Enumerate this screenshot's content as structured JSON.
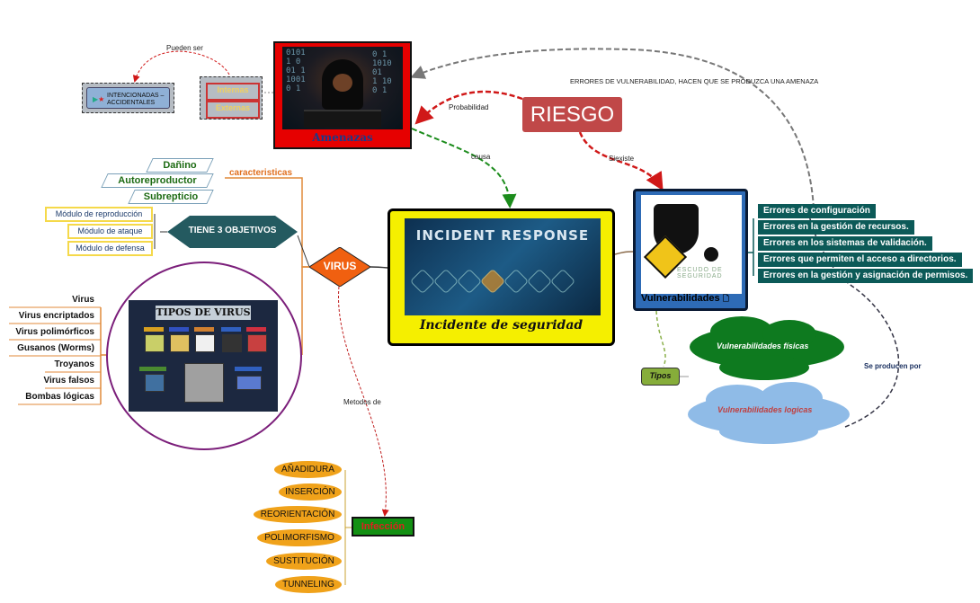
{
  "amenazas": {
    "title": "Amenazas"
  },
  "origen": {
    "label": "Pueden ser",
    "intencionadas": "INTENCIONADAS – ACCIDENTALES",
    "internas": "Internas",
    "externas": "Externas"
  },
  "riesgo": {
    "title": "RIESGO",
    "probabilidad": "Probabilidad",
    "causa": "causa",
    "siexiste": "Siexiste"
  },
  "errores_label": "ERRORES DE VULNERABILIDAD, HACEN QUE SE PRODUZCA UNA AMENAZA",
  "incidente": {
    "banner": "INCIDENT RESPONSE",
    "title": "Incidente de seguridad"
  },
  "vulnerabilidades": {
    "title": "Vulnerabilidades",
    "logo_text": "ESCUDO DE SEGURIDAD",
    "errores": [
      "Errores de configuración",
      "Errores en la gestión de recursos.",
      "Errores en los sistemas de validación.",
      "Errores que permiten el acceso a directorios.",
      "Errores en la gestión y asignación de permisos."
    ],
    "tipos_label": "Tipos",
    "fisicas": "Vulnerabilidades físicas",
    "logicas": "Vulnerabilidades logicas",
    "se_producen_por": "Se producen por"
  },
  "caracteristicas": {
    "label": "caracteristicas",
    "items": [
      "Dañino",
      "Autoreproductor",
      "Subrepticio"
    ]
  },
  "objetivos": {
    "title": "TIENE 3 OBJETIVOS",
    "items": [
      "Módulo de reproducción",
      "Módulo de ataque",
      "Módulo de defensa"
    ]
  },
  "virus": {
    "title": "VIRUS",
    "metodos_label": "Metodos de"
  },
  "tipos_virus": {
    "image_title": "TIPOS DE VIRUS",
    "list": [
      "Virus",
      "Virus encriptados",
      "Virus polimórficos",
      "Gusanos (Worms)",
      "Troyanos",
      "Virus falsos",
      "Bombas lógicas"
    ]
  },
  "infeccion": {
    "title": "Infección",
    "metodos": [
      "AÑADIDURA",
      "INSERCIÓN",
      "REORIENTACIÓN",
      "POLIMORFISMO",
      "SUSTITUCIÓN",
      "TUNNELING"
    ]
  }
}
